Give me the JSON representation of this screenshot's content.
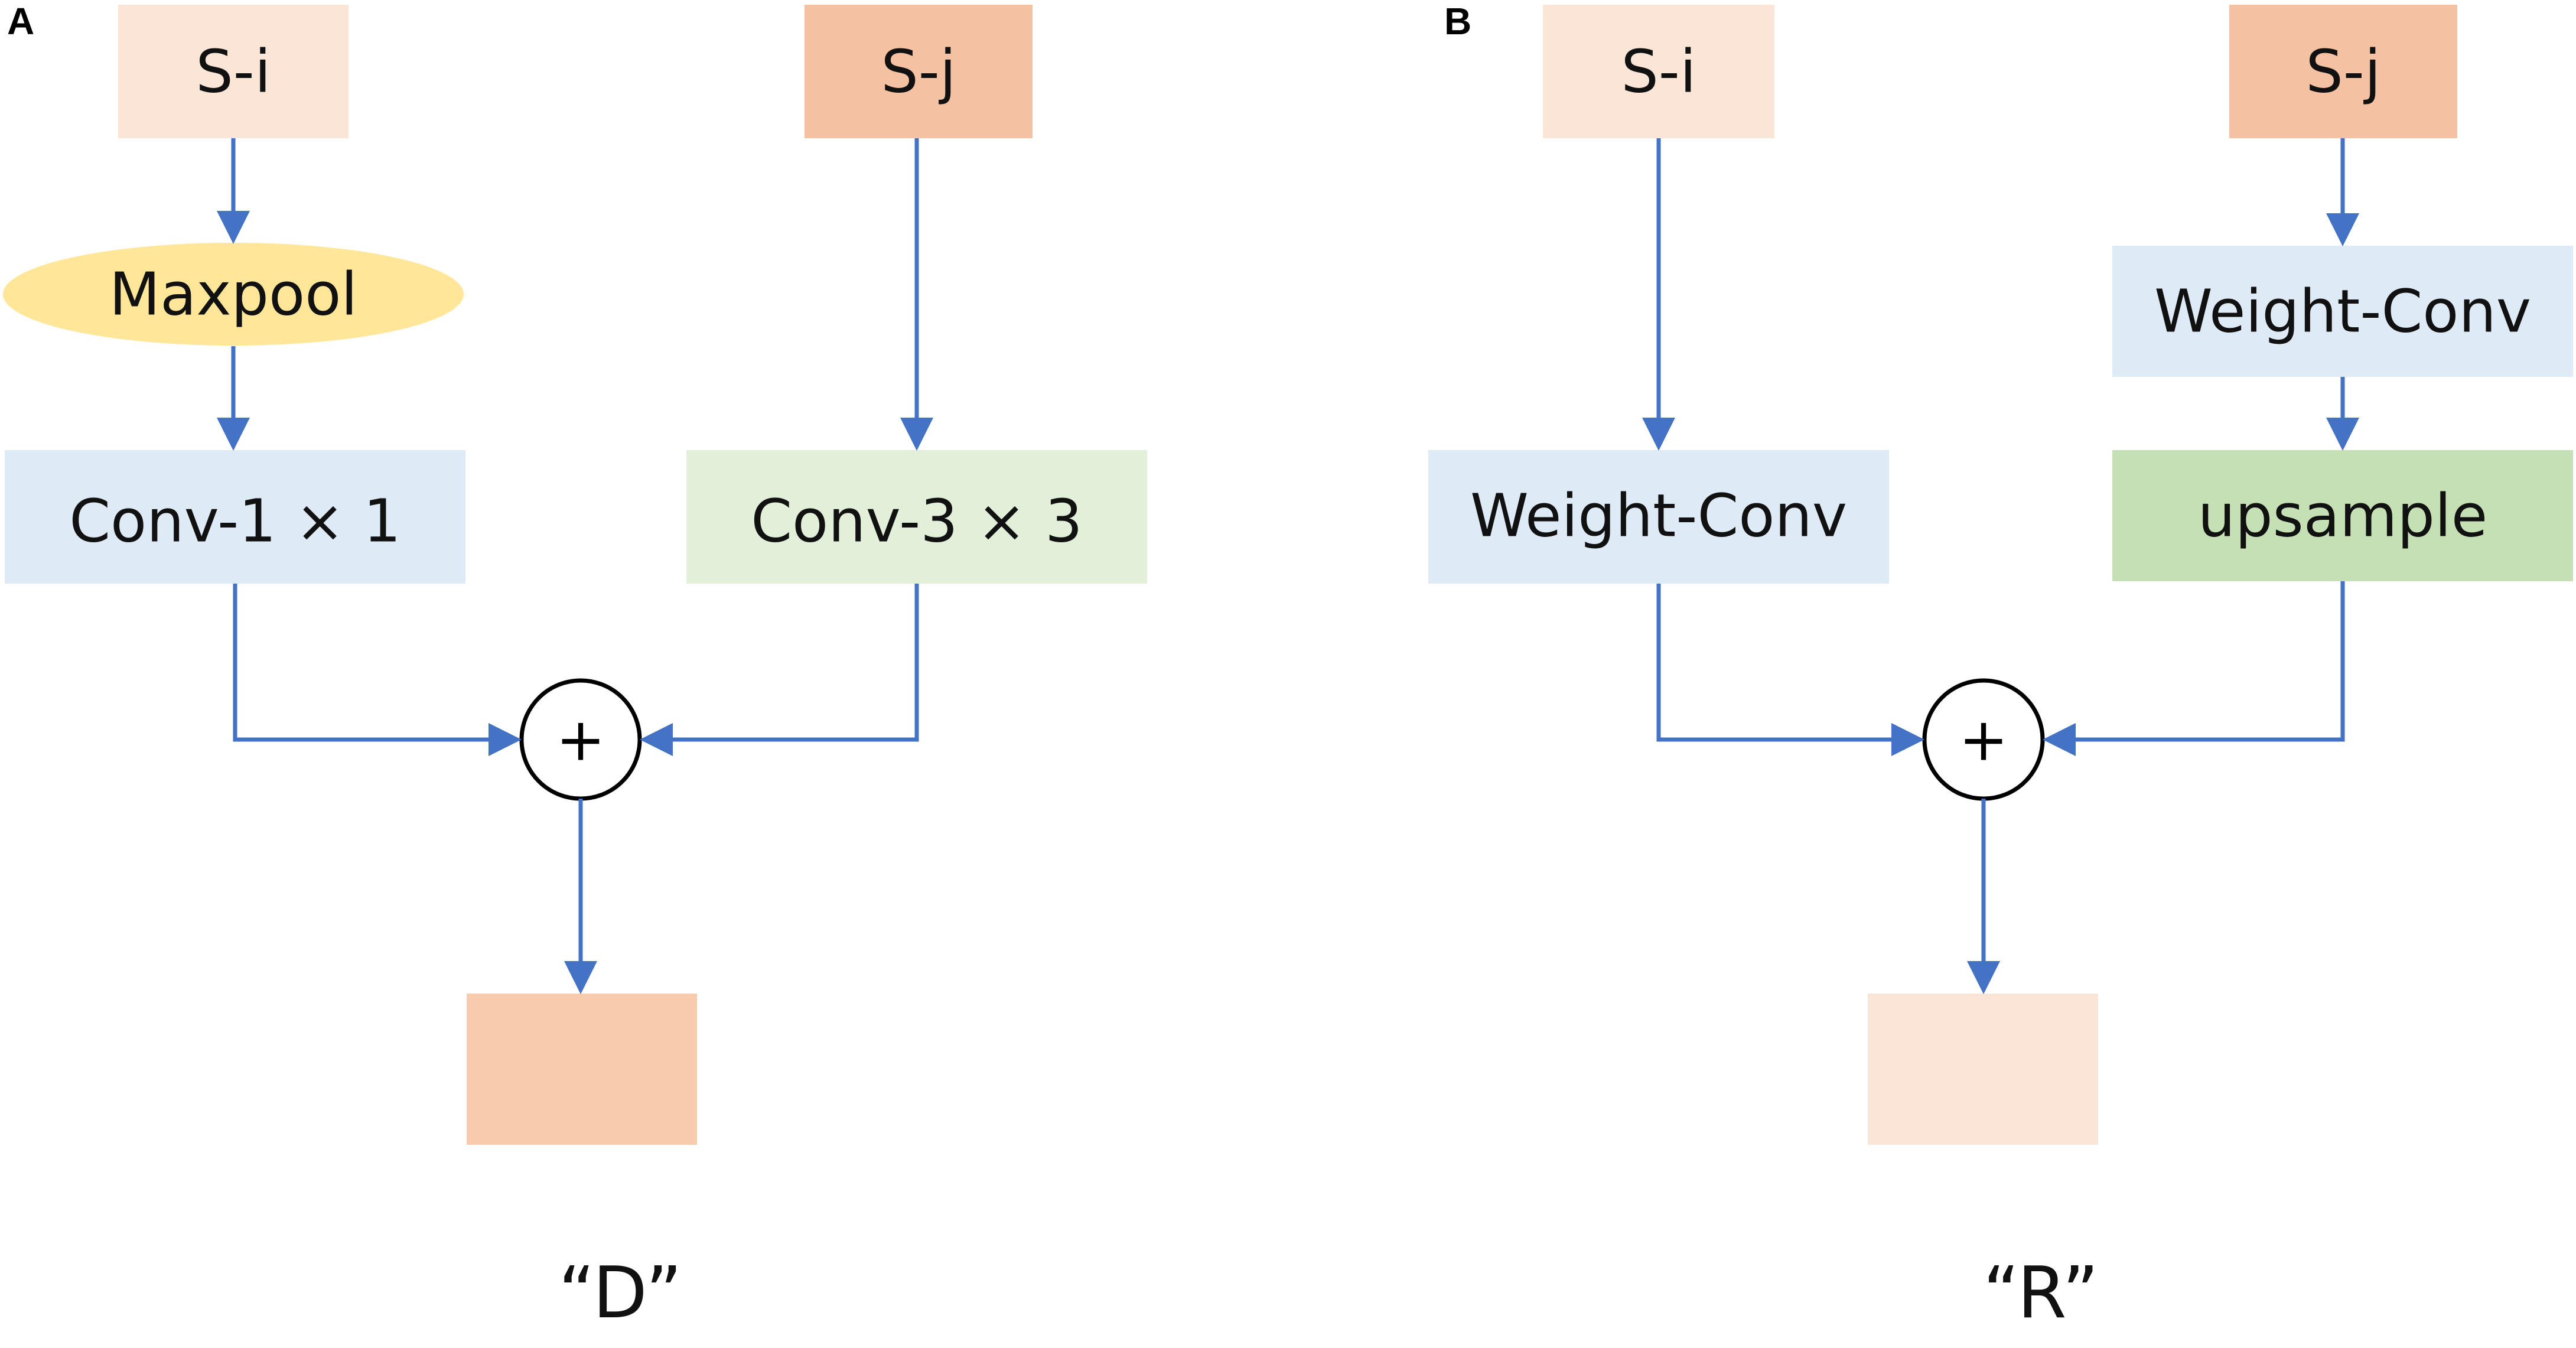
{
  "panels": [
    {
      "label": "A",
      "inputs": {
        "left": "S-i",
        "right": "S-j"
      },
      "left_ops": [
        "Maxpool",
        "Conv-1 × 1"
      ],
      "right_ops": [
        "Conv-3 × 3"
      ],
      "combine": "+",
      "caption": "“D”"
    },
    {
      "label": "B",
      "inputs": {
        "left": "S-i",
        "right": "S-j"
      },
      "left_ops": [
        "Weight-Conv"
      ],
      "right_ops": [
        "Weight-Conv",
        "upsample"
      ],
      "combine": "+",
      "caption": "“R”"
    }
  ],
  "colors": {
    "arrow": "#4472C4",
    "si_fill": "#FBE5D6",
    "sj_fill": "#F4C2A3",
    "maxpool_fill": "#FFE699",
    "conv_blue_fill": "#DEEBF7",
    "conv_green_fill": "#E2F0D9",
    "upsample_fill": "#C5E0B4",
    "output_a_fill": "#F8CBAD",
    "output_b_fill": "#FBE5D6"
  }
}
